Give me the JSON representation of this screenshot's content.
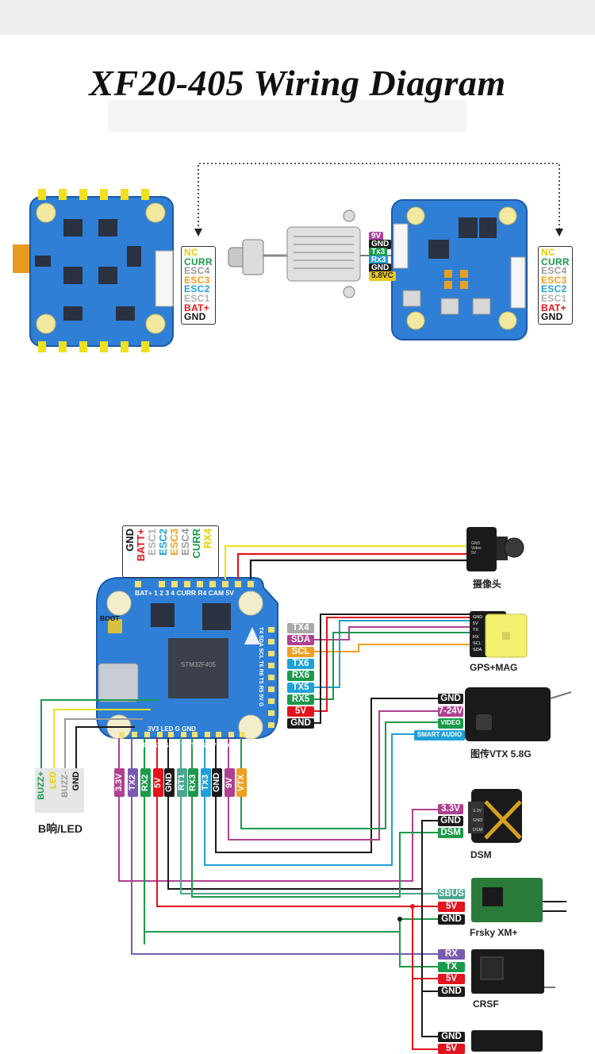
{
  "title": "XF20-405 Wiring Diagram",
  "colors": {
    "board": "#2f7fd6",
    "yellow": "#f0e020",
    "green": "#1a9a4a",
    "red": "#e2141c",
    "black": "#1a1a1a",
    "gray": "#9a9a9a",
    "orange": "#f0a020",
    "cyan": "#20a0d8",
    "purple": "#b04090",
    "violet": "#7a5ab0",
    "teal": "#4aa890"
  },
  "esc_connector_left": [
    "NC",
    "CURR",
    "ESC4",
    "ESC3",
    "ESC2",
    "ESC1",
    "BAT+",
    "GND"
  ],
  "esc_connector_right": [
    "NC",
    "CURR",
    "ESC4",
    "ESC3",
    "ESC2",
    "ESC1",
    "BAT+",
    "GND"
  ],
  "cable_labels": [
    "9V",
    "GND",
    "Tx3",
    "Rx3",
    "GND",
    "5.8VC"
  ],
  "top_pins": [
    "GND",
    "BATT+",
    "ESC1",
    "ESC2",
    "ESC3",
    "ESC4",
    "CURR",
    "RX4"
  ],
  "fc_labels": {
    "top": "BAT+ 1 2 3 4 CURR R4 CAM 5V",
    "boot": "BOOT",
    "right": "T4 SDA SCL T6 R6 T5 R5 5V G",
    "bottom": "T2 R2 5V G R1 T1 T3 G 9V VTX",
    "left": "3V3 LED G GND"
  },
  "right_pad_labels": [
    "TX4",
    "SDA",
    "SCL",
    "TX6",
    "RX6",
    "TX5",
    "RX5",
    "5V",
    "GND"
  ],
  "bottom_pad_labels": [
    "3.3V",
    "TX2",
    "RX2",
    "5V",
    "GND",
    "RT1",
    "RX3",
    "TX3",
    "GND",
    "9V",
    "VTX"
  ],
  "buzzer_labels": [
    "BUZZ+",
    "LED",
    "BUZZ-",
    "GND"
  ],
  "buzzer_name": "B响/LED",
  "camera_name": "摄像头",
  "camera_pins": [
    "GND",
    "Video",
    "5V"
  ],
  "gps_name": "GPS+MAG",
  "gps_pins": [
    "GND",
    "5V",
    "TX",
    "RX",
    "SCL",
    "SDA"
  ],
  "vtx_name": "图传VTX 5.8G",
  "vtx_pins": [
    "GND",
    "7-24V",
    "VIDEO",
    "SMART AUDIO"
  ],
  "dsm_name": "DSM",
  "dsm_pins": [
    "3.3V",
    "GND",
    "DSM"
  ],
  "dsm_chip_text": [
    "3.3V",
    "GND",
    "DSM"
  ],
  "frsky_name": "Frsky XM+",
  "frsky_pins": [
    "SBUS",
    "5V",
    "GND"
  ],
  "crsf_name": "CRSF",
  "crsf_pins": [
    "RX",
    "TX",
    "5V",
    "GND"
  ],
  "extra_pins": [
    "GND",
    "5V"
  ]
}
